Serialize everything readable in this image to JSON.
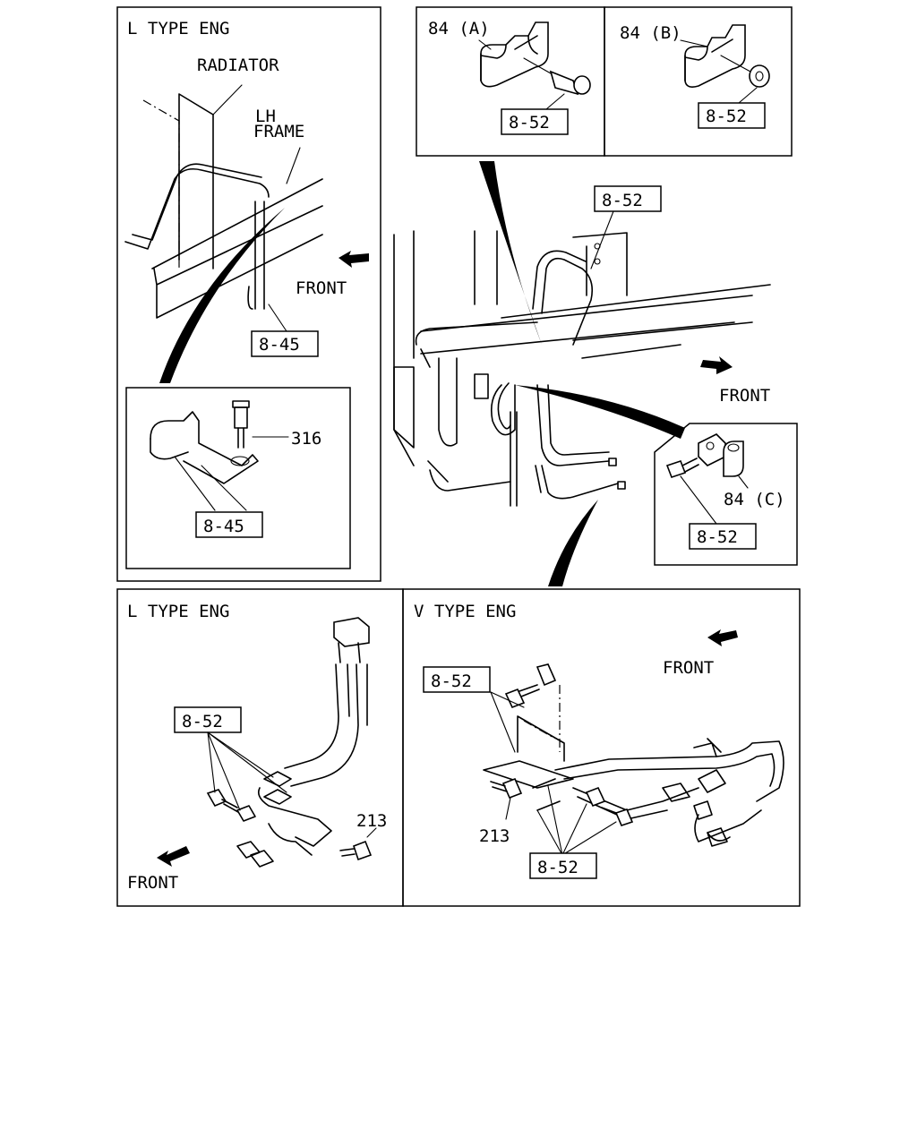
{
  "panels": {
    "top_left": {
      "title": "L TYPE ENG",
      "radiator": "RADIATOR",
      "lh_frame_line1": "LH",
      "lh_frame_line2": "FRAME",
      "front": "FRONT",
      "ref_main": "8-45",
      "detail": {
        "bolt": "316",
        "ref": "8-45"
      }
    },
    "top_right_a": {
      "part": "84 (A)",
      "ref": "8-52"
    },
    "top_right_b": {
      "part": "84 (B)",
      "ref": "8-52"
    },
    "center": {
      "ref": "8-52",
      "front": "FRONT",
      "detail": {
        "part": "84 (C)",
        "ref": "8-52"
      }
    },
    "bottom_left": {
      "title": "L TYPE ENG",
      "ref": "8-52",
      "bolt": "213",
      "front": "FRONT"
    },
    "bottom_right": {
      "title": "V TYPE ENG",
      "front": "FRONT",
      "ref_top": "8-52",
      "bolt": "213",
      "ref_bottom": "8-52"
    }
  }
}
